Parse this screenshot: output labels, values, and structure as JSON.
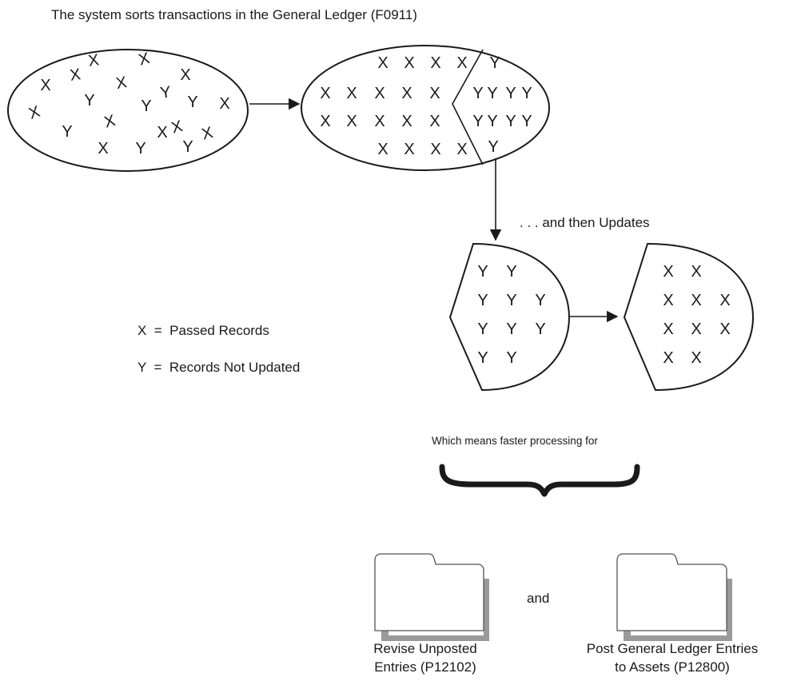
{
  "title": "The system sorts transactions in the General Ledger (F0911)",
  "marks": {
    "x": "X",
    "y": "Y"
  },
  "update_label": ". . . and then Updates",
  "legend": {
    "x_line": "X  =  Passed Records",
    "y_line": "Y  =  Records Not Updated"
  },
  "faster_label": "Which means faster processing for",
  "connector": "and",
  "programs": [
    {
      "line1": "Revise Unposted",
      "line2": "Entries (P12102)"
    },
    {
      "line1": "Post General Ledger Entries",
      "line2": "to Assets (P12800)"
    }
  ],
  "colors": {
    "ink": "#1a1a1a",
    "folder_shadow": "#9a9a9a",
    "background": "#ffffff"
  }
}
